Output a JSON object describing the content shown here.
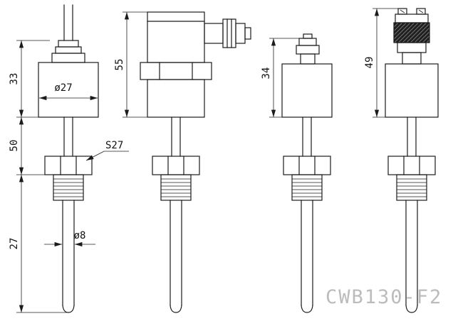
{
  "drawing": {
    "watermark": "CWB130-F2",
    "views": {
      "cable_version": {
        "head_height": "33",
        "neck_length": "50",
        "insertion_length": "27",
        "head_diameter": "ø27",
        "wrench_size": "S27",
        "probe_diameter": "ø8"
      },
      "din_connector_version": {
        "head_height": "55"
      },
      "plug_connector_version": {
        "head_height": "34"
      },
      "bayonet_connector_version": {
        "head_height": "49"
      }
    }
  }
}
